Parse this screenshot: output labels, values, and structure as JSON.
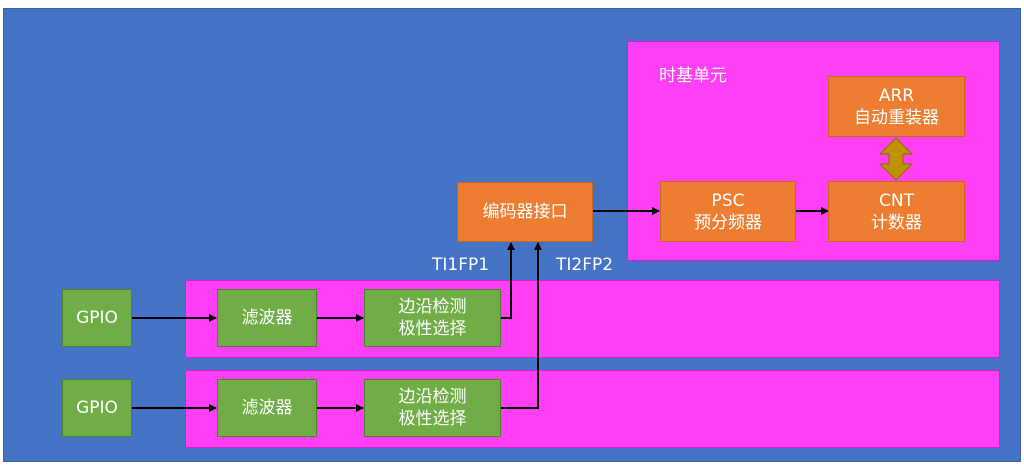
{
  "timebase": {
    "title": "时基单元",
    "arr": {
      "line1": "ARR",
      "line2": "自动重装器"
    },
    "psc": {
      "line1": "PSC",
      "line2": "预分频器"
    },
    "cnt": {
      "line1": "CNT",
      "line2": "计数器"
    }
  },
  "encoder": {
    "label": "编码器接口"
  },
  "signals": {
    "ti1fp1": "TI1FP1",
    "ti2fp2": "TI2FP2"
  },
  "channels": [
    {
      "gpio": "GPIO",
      "filter": "滤波器",
      "edge_line1": "边沿检测",
      "edge_line2": "极性选择"
    },
    {
      "gpio": "GPIO",
      "filter": "滤波器",
      "edge_line1": "边沿检测",
      "edge_line2": "极性选择"
    }
  ],
  "colors": {
    "background": "#4472c4",
    "region": "#ff3ff5",
    "orange_block": "#ed7d31",
    "green_block": "#70ad47",
    "bidirectional_arrow": "#bf9000"
  }
}
